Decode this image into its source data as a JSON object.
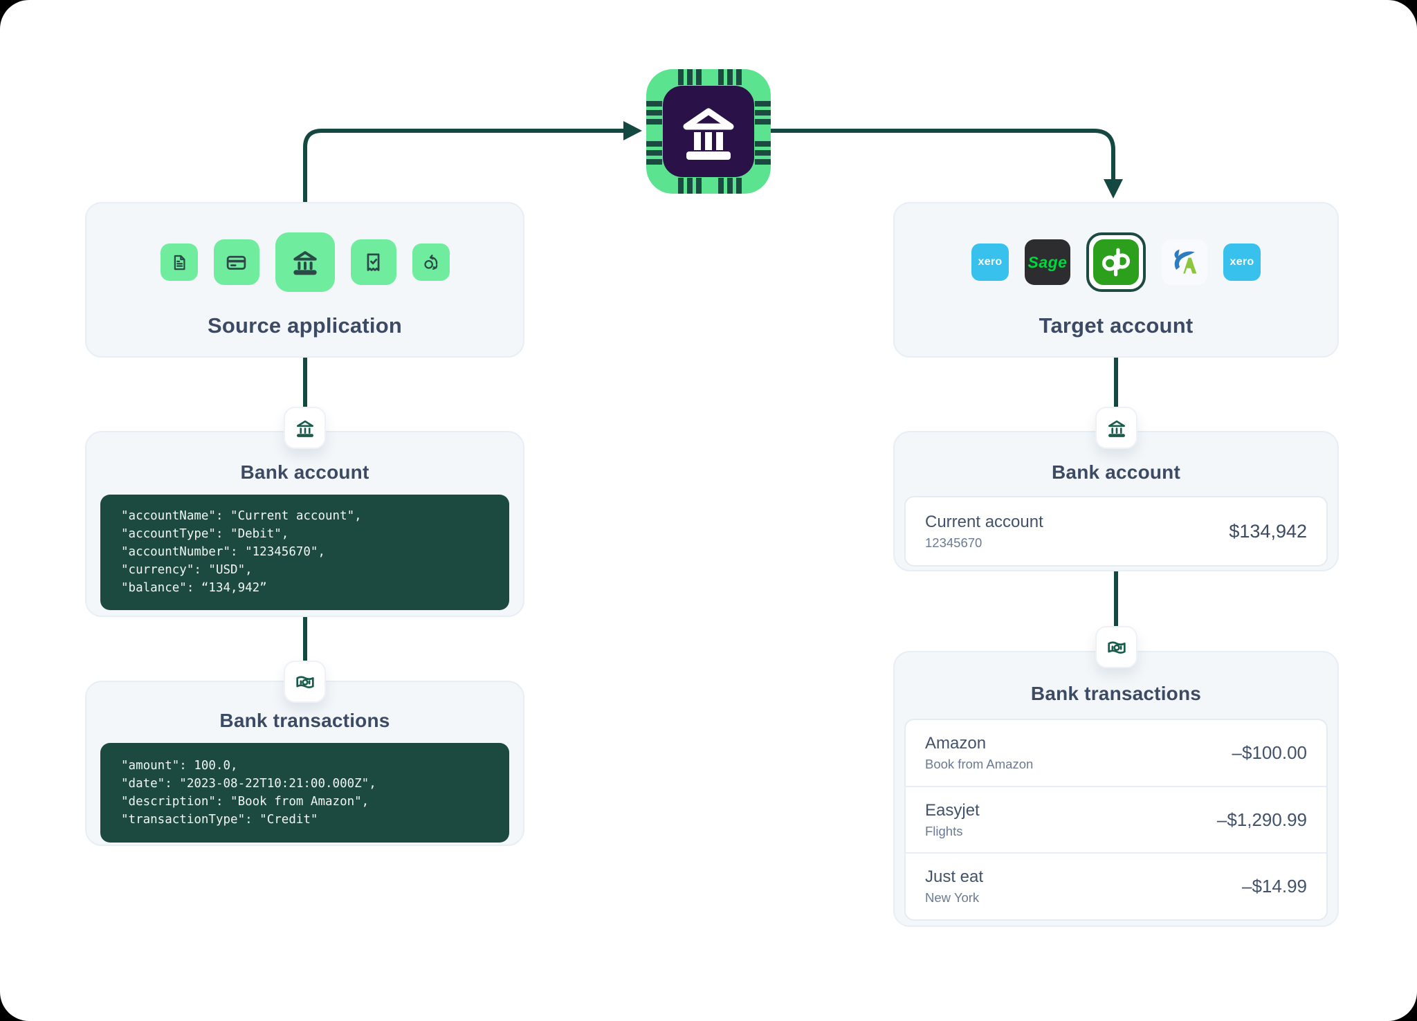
{
  "colors": {
    "line_dark_teal": "#154840",
    "panel_bg": "#F3F7FA",
    "code_bg": "#1C4A40",
    "title_text": "#3D4A63",
    "tile_green": "#70EC9F",
    "chip_green": "#5CE38F",
    "chip_inner_purple": "#2A1147",
    "xero_blue": "#38C1EC",
    "sage_dark": "#2D2C2E",
    "sage_green": "#00D73E",
    "quickbooks_green": "#2CA01C",
    "freeagent_blue": "#2E7BBD",
    "freeagent_green": "#8CC63E"
  },
  "hub": {
    "icon": "bank-chip-icon"
  },
  "source_panel": {
    "title": "Source application",
    "icons": [
      "document-icon",
      "credit-card-icon",
      "bank-icon",
      "receipt-check-icon",
      "sync-icon"
    ]
  },
  "target_panel": {
    "title": "Target account",
    "xero_label": "xero",
    "sage_label": "Sage",
    "icons": [
      "xero",
      "sage",
      "quickbooks",
      "freeagent",
      "xero"
    ]
  },
  "source_bank_account": {
    "title": "Bank account",
    "code": [
      "\"accountName\": \"Current account\",",
      "\"accountType\": \"Debit\",",
      "\"accountNumber\": \"12345670\",",
      "\"currency\": \"USD\",",
      "\"balance\": “134,942”"
    ]
  },
  "source_bank_transactions": {
    "title": "Bank transactions",
    "code": [
      "\"amount\": 100.0,",
      "\"date\": \"2023-08-22T10:21:00.000Z\",",
      "\"description\": \"Book from Amazon\",",
      "\"transactionType\": \"Credit\""
    ]
  },
  "target_bank_account": {
    "title": "Bank account",
    "account": {
      "name": "Current account",
      "number": "12345670",
      "balance": "$134,942"
    }
  },
  "target_bank_transactions": {
    "title": "Bank transactions",
    "rows": [
      {
        "name": "Amazon",
        "detail": "Book from Amazon",
        "amount": "–$100.00"
      },
      {
        "name": "Easyjet",
        "detail": "Flights",
        "amount": "–$1,290.99"
      },
      {
        "name": "Just eat",
        "detail": "New York",
        "amount": "–$14.99"
      }
    ]
  }
}
